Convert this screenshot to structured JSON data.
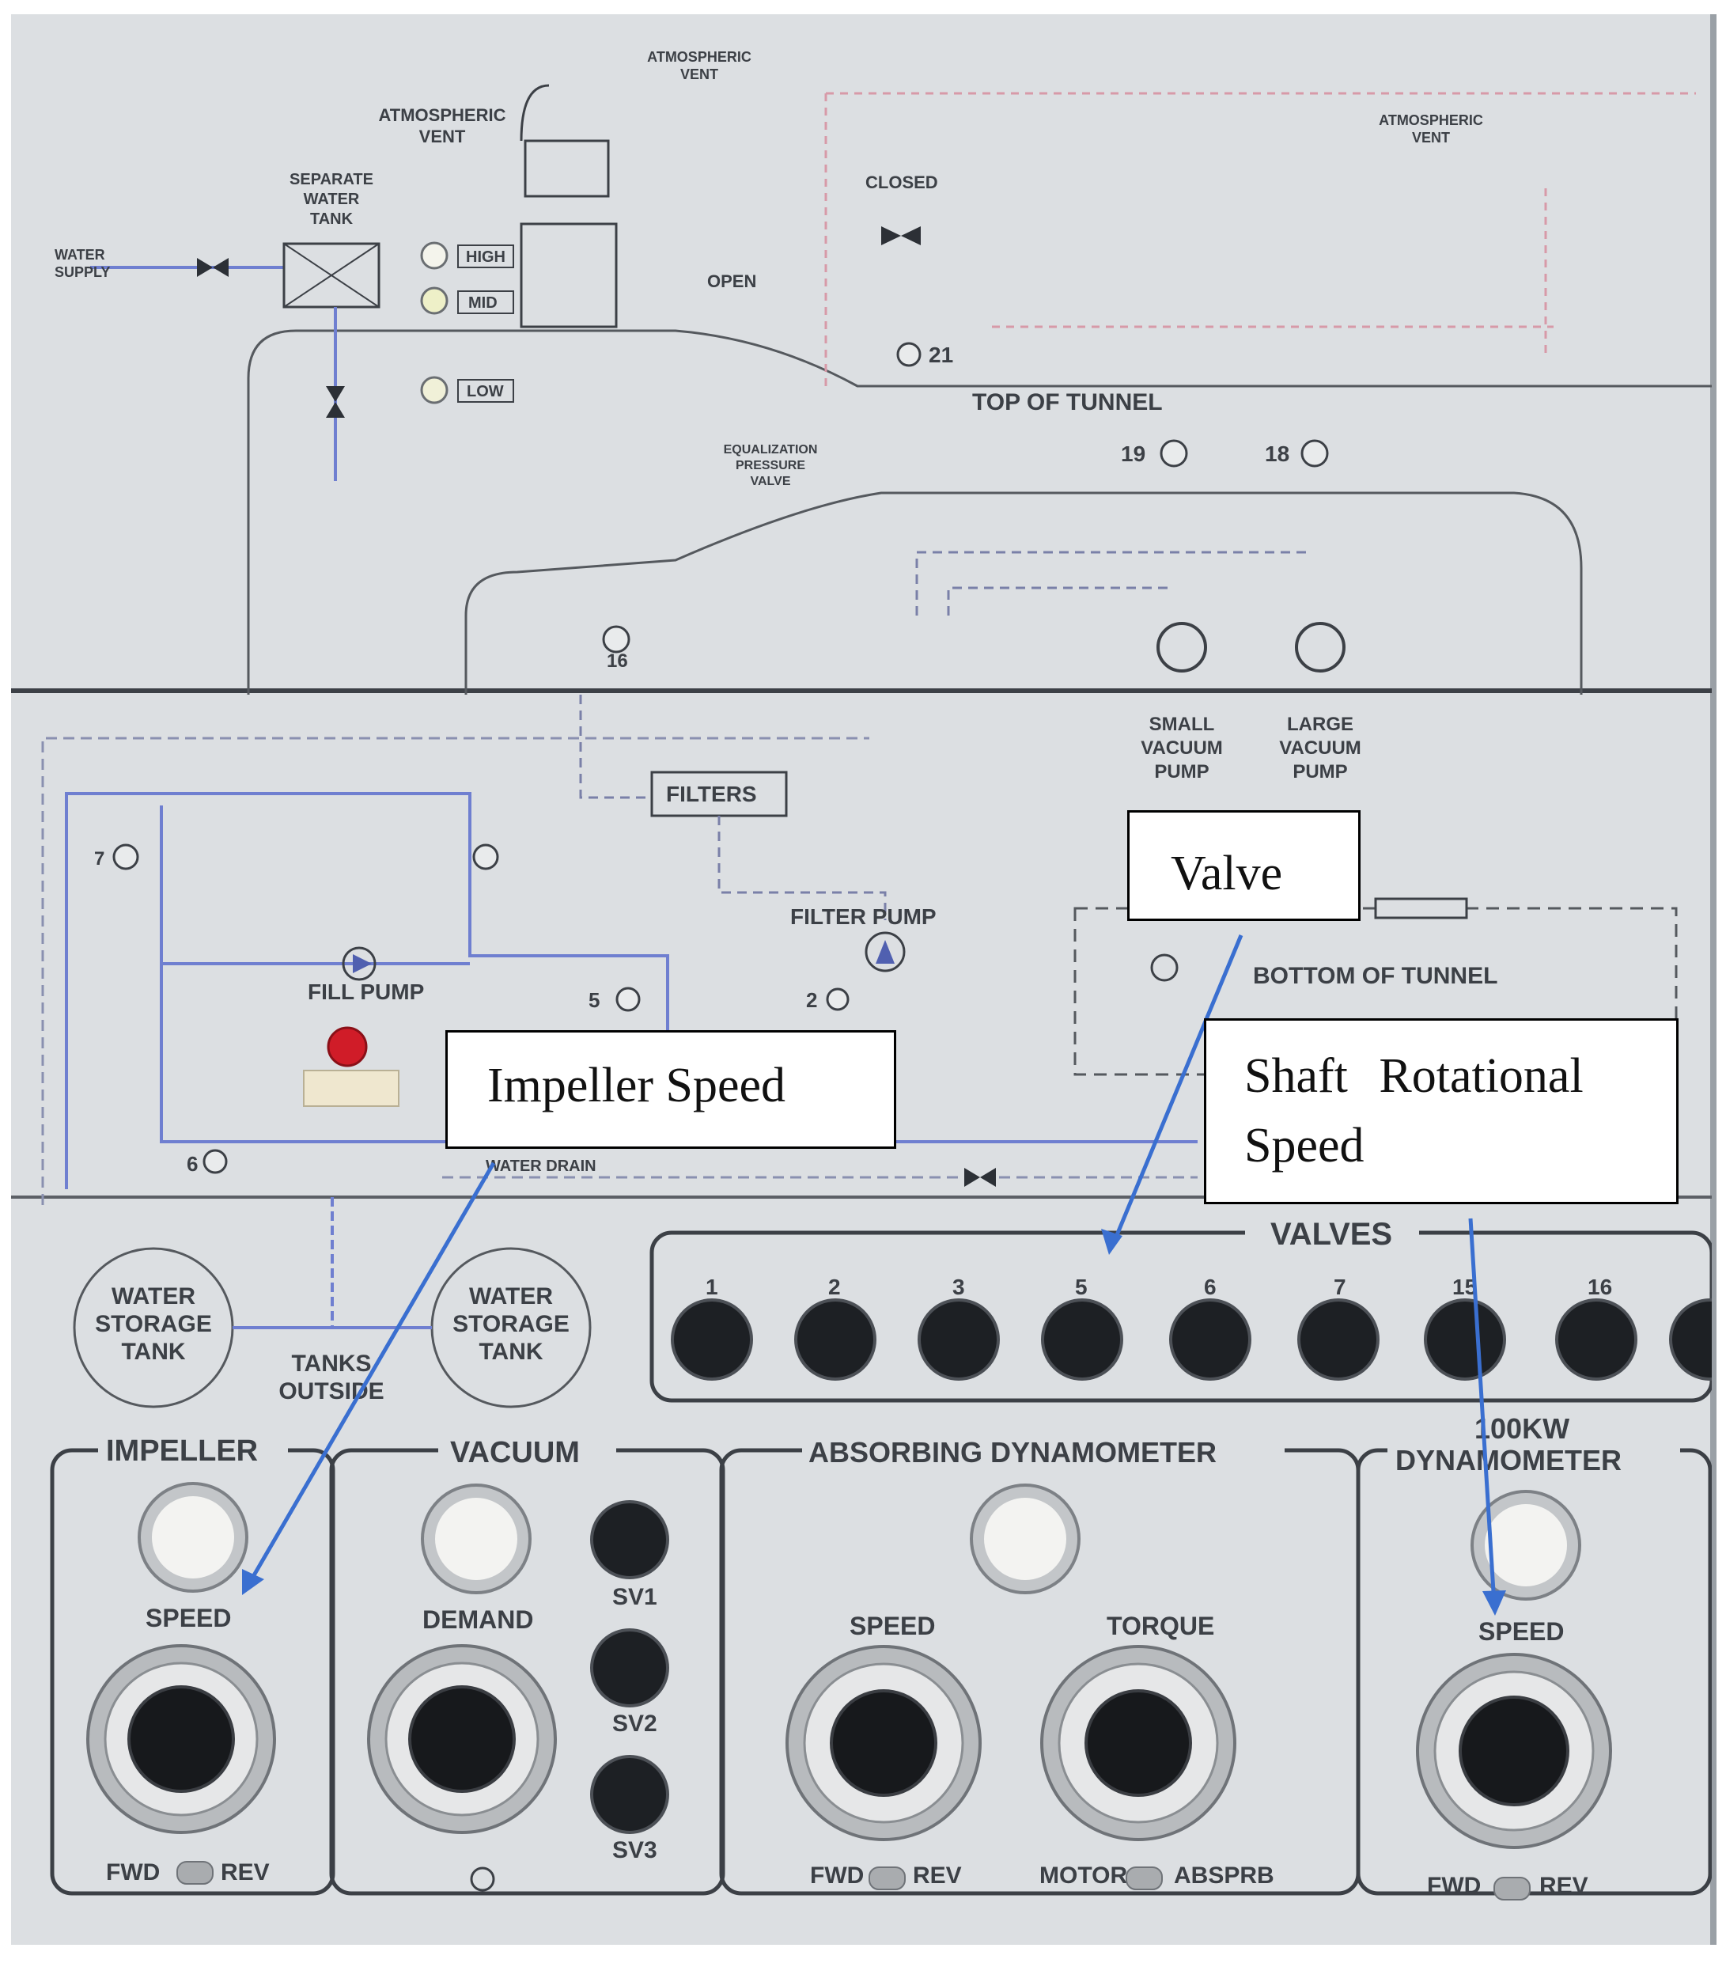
{
  "callouts": {
    "impeller_speed": "Impeller Speed",
    "valve": "Valve",
    "shaft_line1": "Shaft Rotational",
    "shaft_line2": "Speed"
  },
  "schematic": {
    "water_supply": [
      "WATER",
      "SUPPLY"
    ],
    "separate_water_tank": [
      "SEPARATE",
      "WATER",
      "TANK"
    ],
    "atmospheric_vent": [
      "ATMOSPHERIC",
      "VENT"
    ],
    "level_high": "HIGH",
    "level_mid": "MID",
    "level_low": "LOW",
    "closed": "CLOSED",
    "open": "OPEN",
    "valve_21": "21",
    "top_of_tunnel": "TOP OF TUNNEL",
    "equalization_valve": [
      "EQUALIZATION",
      "PRESSURE",
      "VALVE"
    ],
    "valve_19": "19",
    "valve_18": "18",
    "valve_16": "16",
    "small_vacuum_pump": [
      "SMALL",
      "VACUUM",
      "PUMP"
    ],
    "large_vacuum_pump": [
      "LARGE",
      "VACUUM",
      "PUMP"
    ],
    "filters": "FILTERS",
    "filter_pump": "FILTER PUMP",
    "valve_7": "7",
    "valve_5": "5",
    "valve_2": "2",
    "valve_6": "6",
    "fill_pump": "FILL PUMP",
    "bottom_of_tunnel": "BOTTOM OF TUNNEL",
    "water_drain": "WATER DRAIN",
    "water_storage_tank": [
      "WATER",
      "STORAGE",
      "TANK"
    ],
    "tanks_outside": [
      "TANKS",
      "OUTSIDE"
    ]
  },
  "valves_panel": {
    "title": "VALVES",
    "buttons": [
      "1",
      "2",
      "3",
      "5",
      "6",
      "7",
      "15",
      "16"
    ]
  },
  "controls": {
    "impeller": {
      "title": "IMPELLER",
      "speed": "SPEED",
      "fwd": "FWD",
      "rev": "REV"
    },
    "vacuum": {
      "title": "VACUUM",
      "demand": "DEMAND",
      "sv": [
        "SV1",
        "SV2",
        "SV3"
      ]
    },
    "absorbing": {
      "title": "ABSORBING DYNAMOMETER",
      "speed": "SPEED",
      "torque": "TORQUE",
      "fwd": "FWD",
      "rev": "REV",
      "motor": "MOTOR",
      "absprb": "ABSPRB"
    },
    "dyn100": {
      "title1": "100KW",
      "title2": "DYNAMOMETER",
      "speed": "SPEED",
      "fwd": "FWD",
      "rev": "REV"
    }
  }
}
